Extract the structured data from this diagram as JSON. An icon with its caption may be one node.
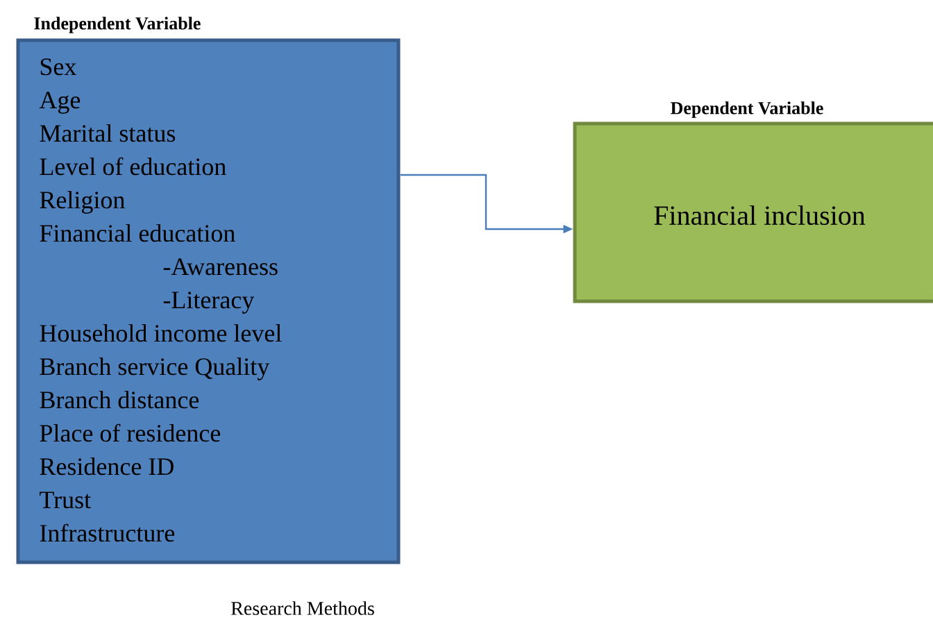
{
  "diagram": {
    "nodes": [
      {
        "text": [
          "Independent Variable",
          "Sex",
          "Age",
          "Marital status",
          "Level of education",
          "Religion",
          "Financial education",
          "-Awareness",
          "-Literacy",
          "Household income level",
          "Branch service Quality",
          "Branch distance",
          "Place of residence",
          "Residence ID",
          "Trust",
          "Infrastructure"
        ]
      },
      {
        "text": [
          "Dependent Variable",
          "Financial inclusion"
        ]
      }
    ],
    "edges": [
      {
        "from": 0,
        "to": 1,
        "arrow": "to"
      }
    ],
    "labels": [
      "Research Methods"
    ]
  }
}
